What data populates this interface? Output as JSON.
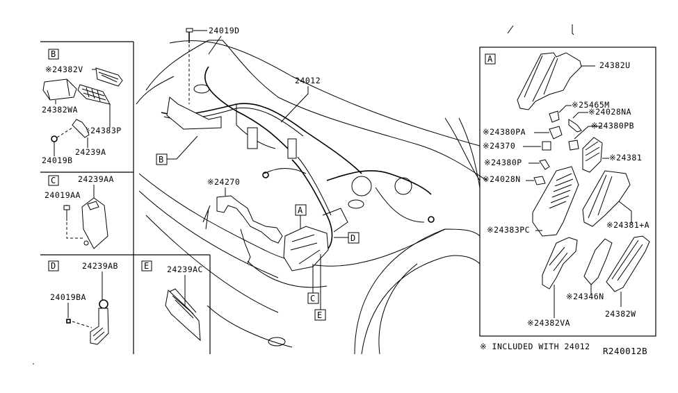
{
  "diagram": {
    "code": "R240012B",
    "footnote": "※ INCLUDED WITH 24012",
    "main_view": {
      "callouts": [
        {
          "id": "24019D",
          "text": "24019D"
        },
        {
          "id": "24012",
          "text": "24012"
        },
        {
          "id": "24270",
          "text": "※24270"
        }
      ],
      "view_refs": [
        "A",
        "B",
        "C",
        "D",
        "E"
      ]
    },
    "panel_b": {
      "title": "B",
      "parts": [
        "※24382V",
        "24382WA",
        "※24383P",
        "24239A",
        "24019B"
      ]
    },
    "panel_c": {
      "title": "C",
      "parts": [
        "24239AA",
        "24019AA"
      ]
    },
    "panel_d": {
      "title": "D",
      "parts": [
        "24239AB",
        "24019BA"
      ]
    },
    "panel_e": {
      "title": "E",
      "parts": [
        "24239AC"
      ]
    },
    "panel_a": {
      "title": "A",
      "parts": [
        "24382U",
        "※25465M",
        "※24028NA",
        "※24380PA",
        "※24380PB",
        "※24370",
        "※24381",
        "※24380P",
        "※24028N",
        "※24383PC",
        "※24381+A",
        "※24346N",
        "※24382VA",
        "24382W"
      ]
    }
  }
}
